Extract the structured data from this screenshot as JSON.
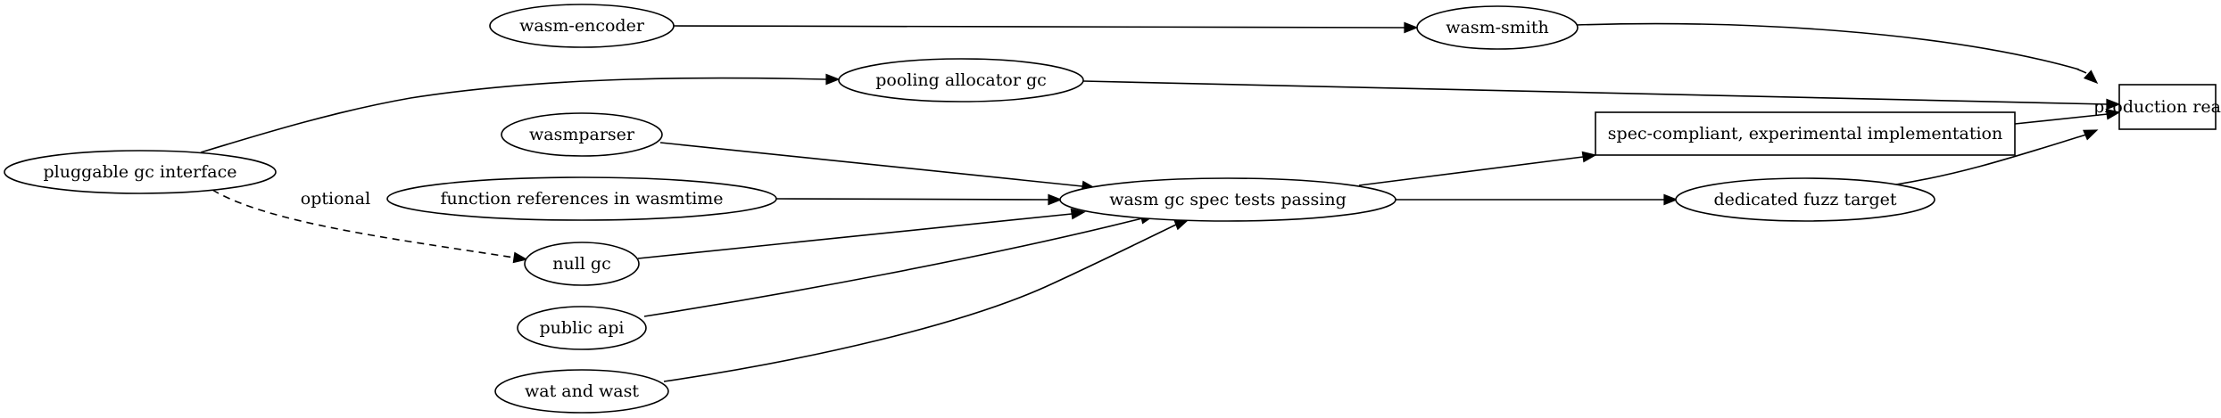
{
  "diagram": {
    "nodes": [
      {
        "id": "wasm-encoder",
        "label": "wasm-encoder",
        "shape": "ellipse"
      },
      {
        "id": "wasm-smith",
        "label": "wasm-smith",
        "shape": "ellipse"
      },
      {
        "id": "pooling-allocator-gc",
        "label": "pooling allocator gc",
        "shape": "ellipse"
      },
      {
        "id": "production-ready",
        "label": "production ready",
        "shape": "box"
      },
      {
        "id": "wasmparser",
        "label": "wasmparser",
        "shape": "ellipse"
      },
      {
        "id": "spec-compliant",
        "label": "spec-compliant, experimental implementation",
        "shape": "box"
      },
      {
        "id": "pluggable-gc-interface",
        "label": "pluggable gc interface",
        "shape": "ellipse"
      },
      {
        "id": "function-references",
        "label": "function references in wasmtime",
        "shape": "ellipse"
      },
      {
        "id": "wasm-gc-spec-tests",
        "label": "wasm gc spec tests passing",
        "shape": "ellipse"
      },
      {
        "id": "dedicated-fuzz-target",
        "label": "dedicated fuzz target",
        "shape": "ellipse"
      },
      {
        "id": "null-gc",
        "label": "null gc",
        "shape": "ellipse"
      },
      {
        "id": "public-api",
        "label": "public api",
        "shape": "ellipse"
      },
      {
        "id": "wat-and-wast",
        "label": "wat and wast",
        "shape": "ellipse"
      }
    ],
    "edges": [
      {
        "from": "wasm-encoder",
        "to": "wasm-smith",
        "style": "solid"
      },
      {
        "from": "wasm-smith",
        "to": "production-ready",
        "style": "solid"
      },
      {
        "from": "pooling-allocator-gc",
        "to": "production-ready",
        "style": "solid"
      },
      {
        "from": "pluggable-gc-interface",
        "to": "pooling-allocator-gc",
        "style": "solid"
      },
      {
        "from": "pluggable-gc-interface",
        "to": "null-gc",
        "style": "dashed",
        "label": "optional"
      },
      {
        "from": "wasmparser",
        "to": "wasm-gc-spec-tests",
        "style": "solid"
      },
      {
        "from": "function-references",
        "to": "wasm-gc-spec-tests",
        "style": "solid"
      },
      {
        "from": "null-gc",
        "to": "wasm-gc-spec-tests",
        "style": "solid"
      },
      {
        "from": "public-api",
        "to": "wasm-gc-spec-tests",
        "style": "solid"
      },
      {
        "from": "wat-and-wast",
        "to": "wasm-gc-spec-tests",
        "style": "solid"
      },
      {
        "from": "wasm-gc-spec-tests",
        "to": "spec-compliant",
        "style": "solid"
      },
      {
        "from": "wasm-gc-spec-tests",
        "to": "dedicated-fuzz-target",
        "style": "solid"
      },
      {
        "from": "spec-compliant",
        "to": "production-ready",
        "style": "solid"
      },
      {
        "from": "dedicated-fuzz-target",
        "to": "production-ready",
        "style": "solid"
      }
    ]
  }
}
